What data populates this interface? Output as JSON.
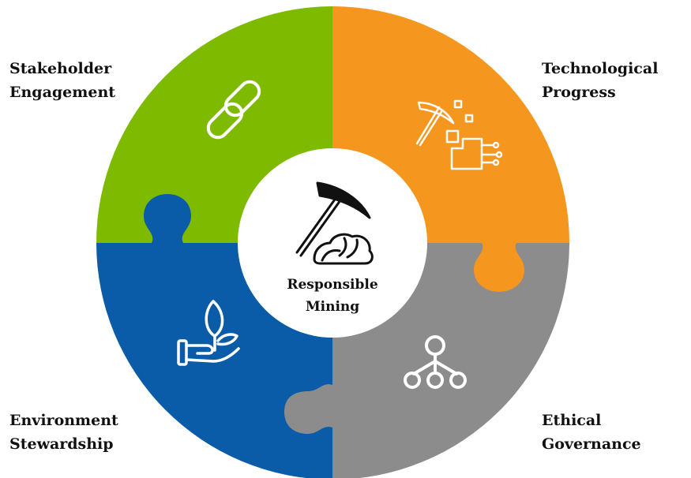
{
  "diagram": {
    "center": {
      "title_line1": "Responsible",
      "title_line2": "Mining",
      "icon": "pickaxe-with-rocks-icon"
    },
    "segments": [
      {
        "id": "stakeholder-engagement",
        "label_line1": "Stakeholder",
        "label_line2": "Engagement",
        "color": "#7dba00",
        "icon": "chain-link-icon"
      },
      {
        "id": "technological-progress",
        "label_line1": "Technological",
        "label_line2": "Progress",
        "color": "#f5961f",
        "icon": "digital-pickaxe-icon"
      },
      {
        "id": "ethical-governance",
        "label_line1": "Ethical",
        "label_line2": "Governance",
        "color": "#8c8c8c",
        "icon": "hierarchy-icon"
      },
      {
        "id": "environment-stewardship",
        "label_line1": "Environment",
        "label_line2": "Stewardship",
        "color": "#0a5ca8",
        "icon": "plant-in-hand-icon"
      }
    ]
  }
}
